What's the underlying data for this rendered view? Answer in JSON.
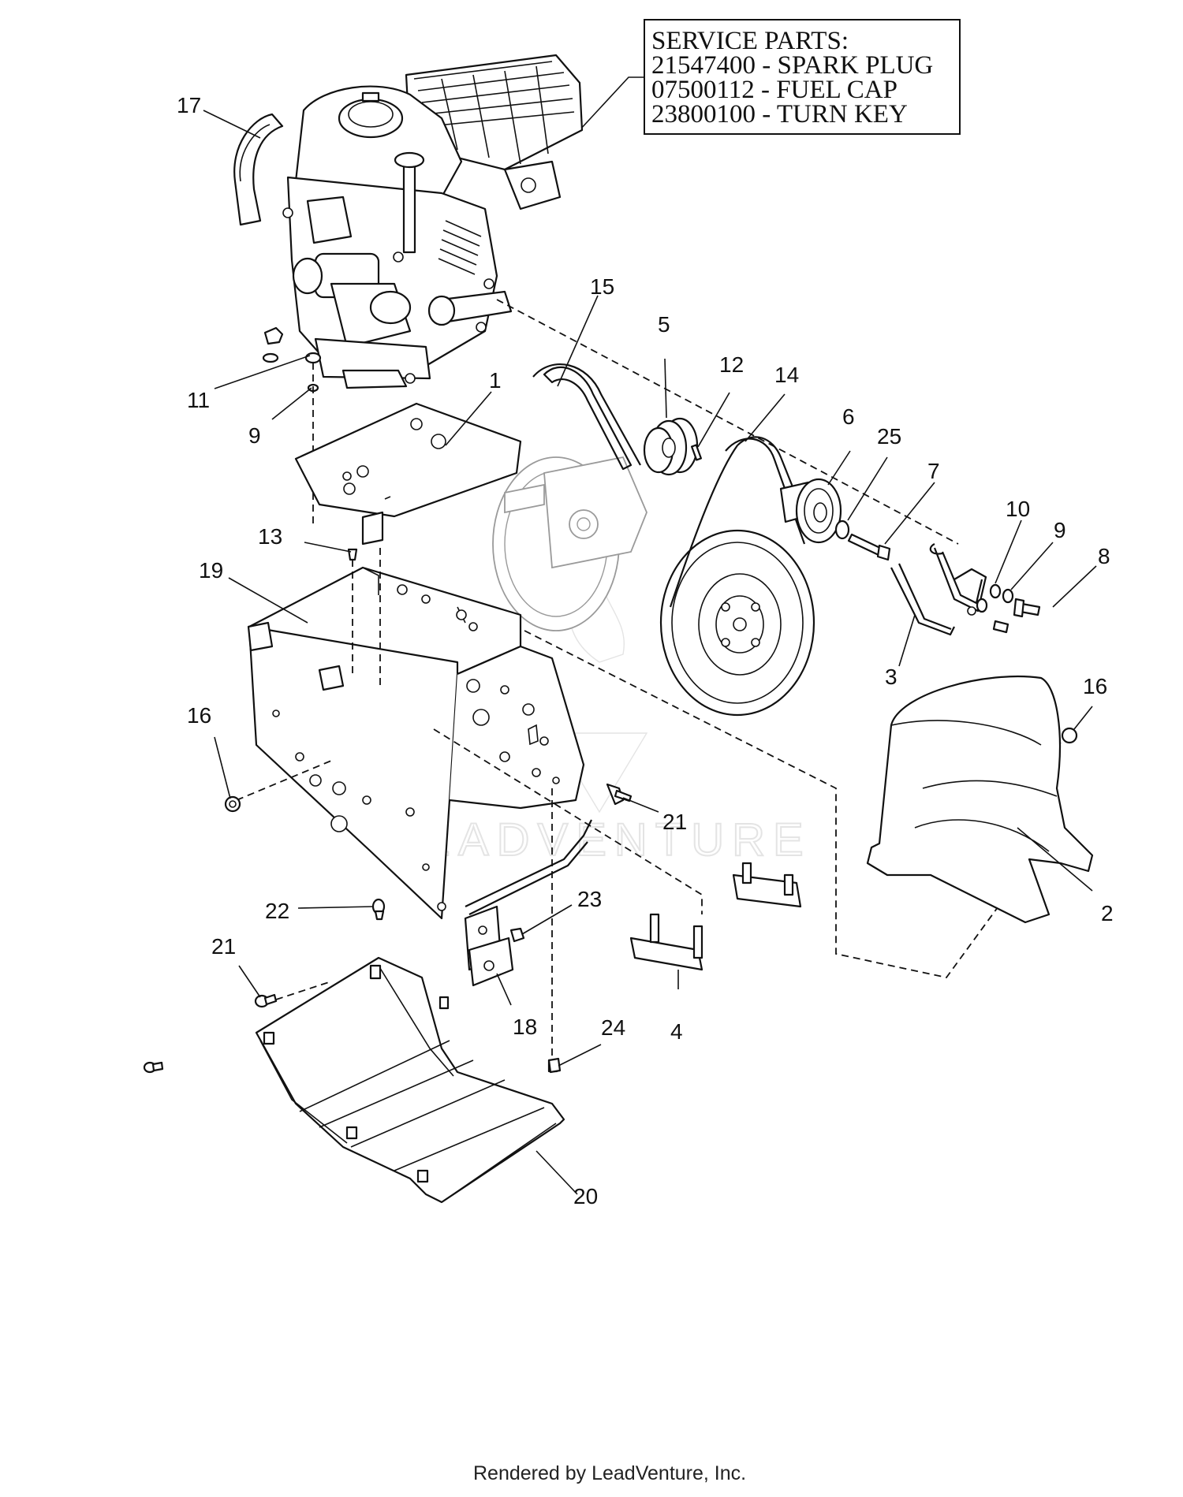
{
  "service_parts": {
    "heading": "SERVICE PARTS:",
    "lines": [
      "21547400 - SPARK PLUG",
      "07500112 - FUEL CAP",
      "23800100 - TURN KEY"
    ]
  },
  "callouts": {
    "c1": "1",
    "c2": "2",
    "c3": "3",
    "c4": "4",
    "c5": "5",
    "c6": "6",
    "c7": "7",
    "c8": "8",
    "c9a": "9",
    "c9b": "9",
    "c10": "10",
    "c11": "11",
    "c12": "12",
    "c13": "13",
    "c14": "14",
    "c15": "15",
    "c16a": "16",
    "c16b": "16",
    "c17": "17",
    "c18": "18",
    "c19": "19",
    "c20": "20",
    "c21a": "21",
    "c21b": "21",
    "c22": "22",
    "c23": "23",
    "c24": "24",
    "c25": "25"
  },
  "watermark": "LEADVENTURE",
  "footer": "Rendered by LeadVenture, Inc."
}
